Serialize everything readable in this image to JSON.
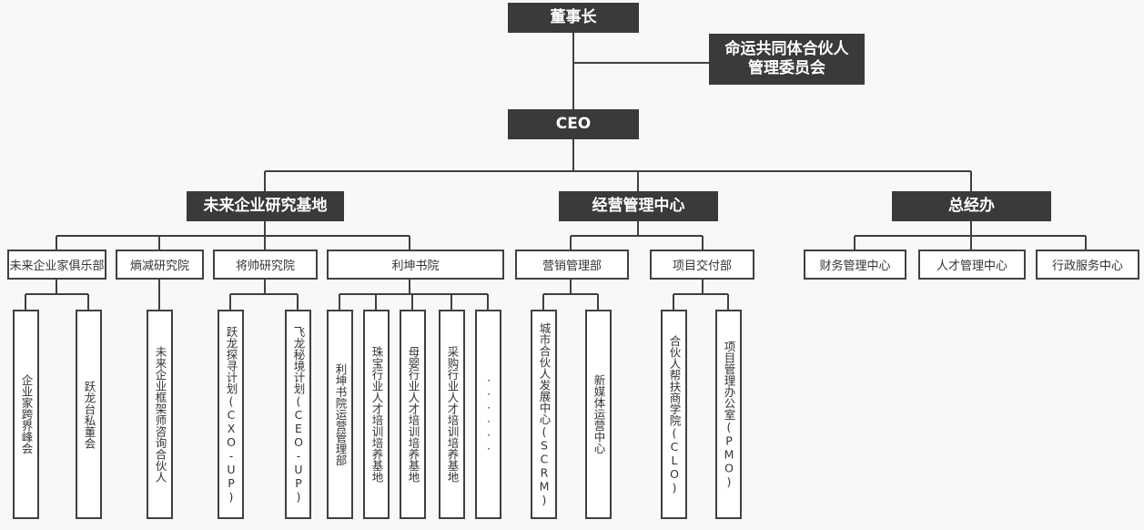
{
  "chart_data": {
    "type": "org-chart",
    "root": {
      "label": "董事长",
      "advisory": "命运共同体合伙人管理委员会",
      "ceo": "CEO"
    }
  },
  "nodes": {
    "chairman": "董事长",
    "committee_line1": "命运共同体合伙人",
    "committee_line2": "管理委员会",
    "ceo": "CEO",
    "div1": "未来企业研究基地",
    "div2": "经营管理中心",
    "div3": "总经办",
    "d1_1": "未来企业家俱乐部",
    "d1_2": "熵减研究院",
    "d1_3": "将帅研究院",
    "d1_4": "利坤书院",
    "d2_1": "营销管理部",
    "d2_2": "项目交付部",
    "d3_1": "财务管理中心",
    "d3_2": "人才管理中心",
    "d3_3": "行政服务中心",
    "l_1_1a": "企业家跨界峰会",
    "l_1_1b": "跃龙台私董会",
    "l_1_2a": "未来企业框架师咨询合伙人",
    "l_1_3a": "跃龙探寻计划(CXO-UP)",
    "l_1_3b": "飞龙秘境计划(CEO-UP)",
    "l_1_4a": "利坤书院运营管理部",
    "l_1_4b": "珠宝行业人才培训培养基地",
    "l_1_4c": "母婴行业人才培训培养基地",
    "l_1_4d": "采购行业人才培训培养基地",
    "l_1_4e": "······",
    "l_2_1a": "城市合伙人发展中心(SCRM)",
    "l_2_1b": "新媒体运营中心",
    "l_2_2a": "合伙人帮扶商学院(CLO)",
    "l_2_2b": "项目管理办公室(PMO)"
  },
  "colors": {
    "dark_box": "#3a3a3a",
    "line": "#404040",
    "background": "#f7f8fa"
  }
}
